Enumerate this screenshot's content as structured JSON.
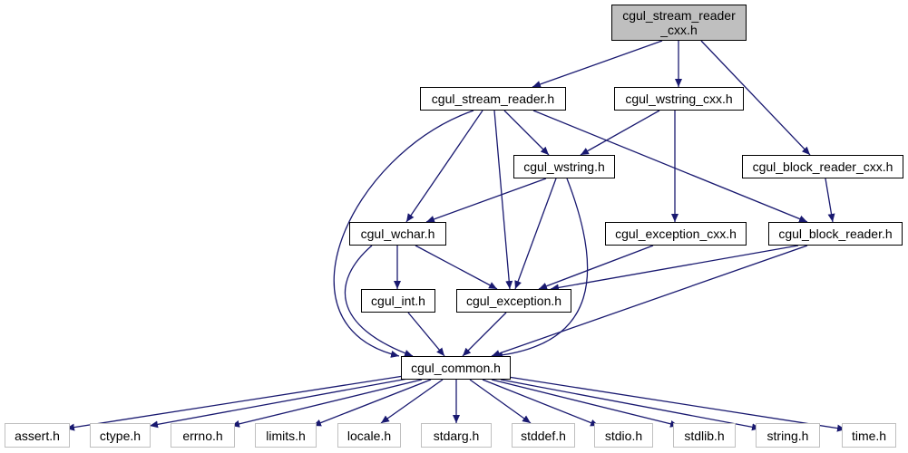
{
  "colors": {
    "edge": "#191970",
    "node_border": "#000000",
    "system_border": "#bfbfbf",
    "root_fill": "#bfbfbf"
  },
  "nodes": {
    "root": {
      "line1": "cgul_stream_reader",
      "line2": "_cxx.h"
    },
    "cgul_stream_reader_h": "cgul_stream_reader.h",
    "cgul_wstring_cxx_h": "cgul_wstring_cxx.h",
    "cgul_wstring_h": "cgul_wstring.h",
    "cgul_block_reader_cxx_h": "cgul_block_reader_cxx.h",
    "cgul_wchar_h": "cgul_wchar.h",
    "cgul_exception_cxx_h": "cgul_exception_cxx.h",
    "cgul_block_reader_h": "cgul_block_reader.h",
    "cgul_int_h": "cgul_int.h",
    "cgul_exception_h": "cgul_exception.h",
    "cgul_common_h": "cgul_common.h",
    "assert_h": "assert.h",
    "ctype_h": "ctype.h",
    "errno_h": "errno.h",
    "limits_h": "limits.h",
    "locale_h": "locale.h",
    "stdarg_h": "stdarg.h",
    "stddef_h": "stddef.h",
    "stdio_h": "stdio.h",
    "stdlib_h": "stdlib.h",
    "string_h": "string.h",
    "time_h": "time.h"
  }
}
